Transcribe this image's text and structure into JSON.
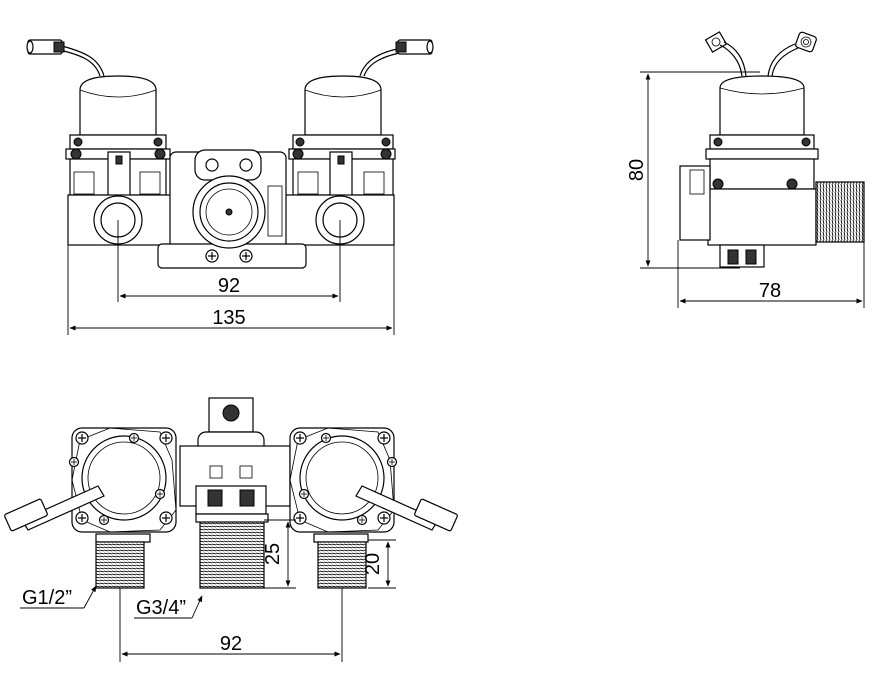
{
  "dimensions": {
    "front_inner_width": "92",
    "front_total_width": "135",
    "side_height": "80",
    "side_depth": "78",
    "bottom_spacing": "92",
    "center_thread_length": "25",
    "side_thread_length": "20"
  },
  "thread_labels": {
    "side_port": "G1/2”",
    "center_port": "G3/4”"
  }
}
